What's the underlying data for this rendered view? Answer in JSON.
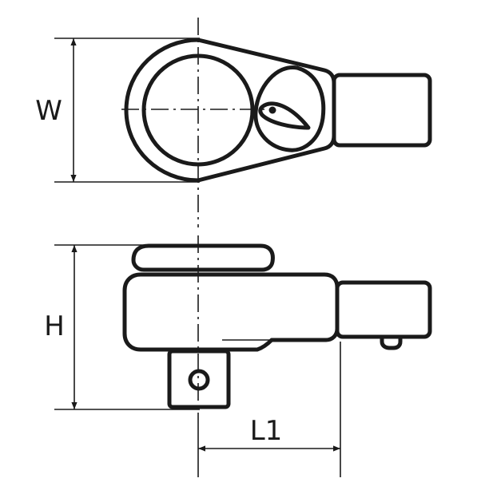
{
  "dimensions": {
    "width_label": "W",
    "height_label": "H",
    "length_label": "L1"
  },
  "colors": {
    "line": "#1a1a1a",
    "background": "#ffffff"
  }
}
